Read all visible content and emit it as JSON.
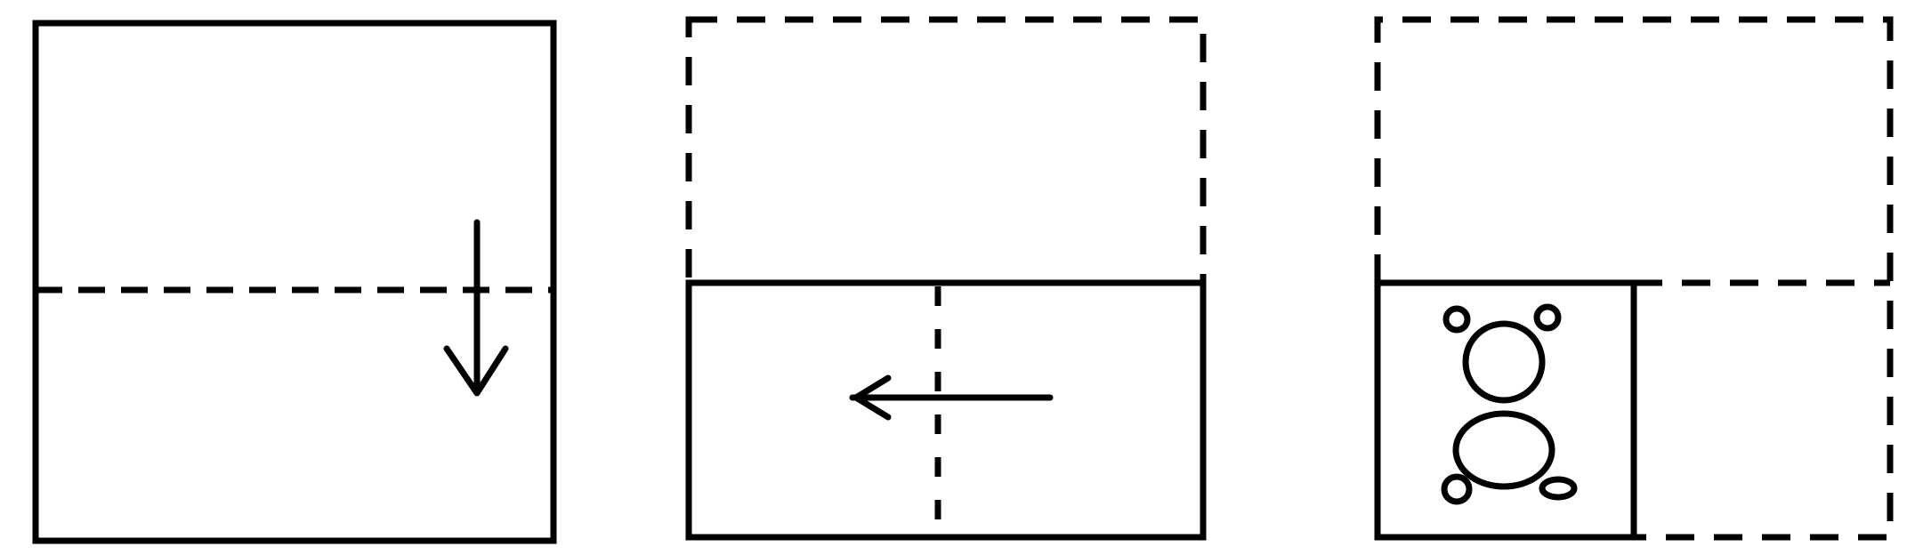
{
  "diagram": {
    "steps": [
      {
        "id": "step-1",
        "description_text": ""
      },
      {
        "id": "step-2",
        "description_text": ""
      },
      {
        "id": "step-3",
        "description_text": ""
      }
    ],
    "colors": {
      "ink": "#000000",
      "paper": "#ffffff"
    },
    "icons": [
      "arrow-down-icon",
      "arrow-left-icon",
      "teddy-bear-icon"
    ]
  }
}
